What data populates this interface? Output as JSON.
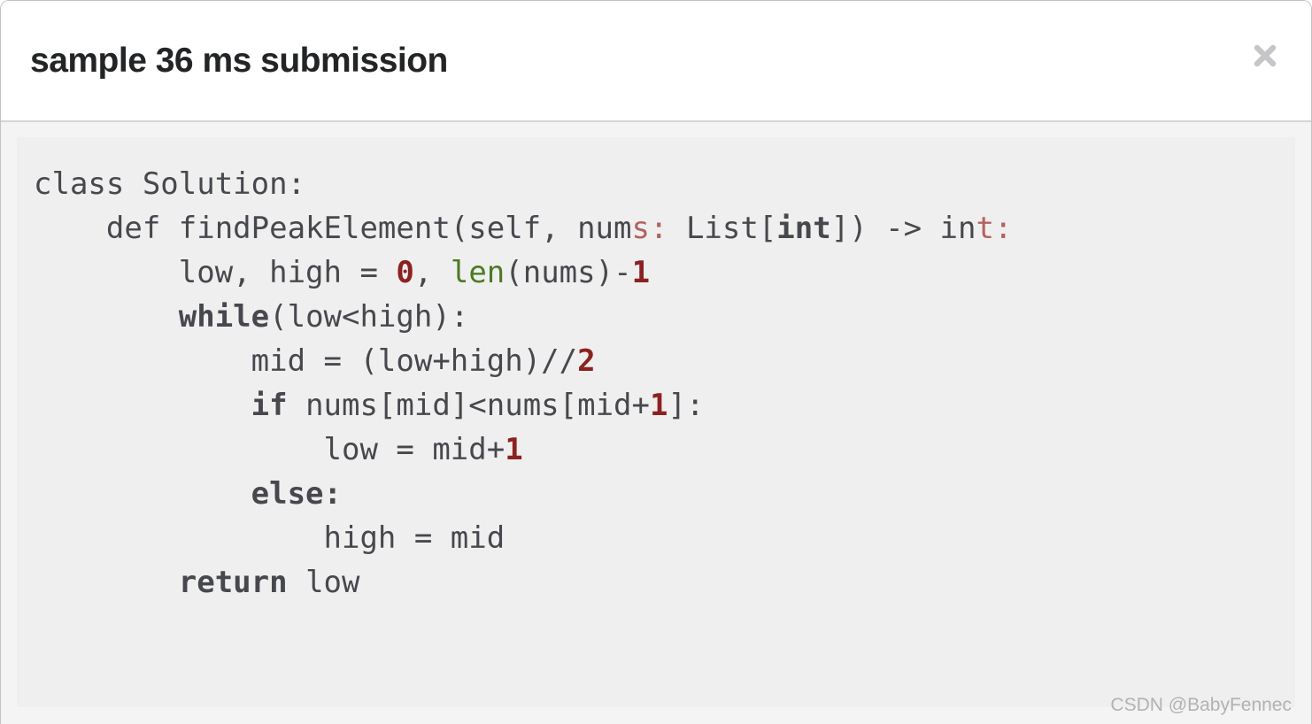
{
  "modal": {
    "title": "sample 36 ms submission",
    "close_icon": "x-mark"
  },
  "code": {
    "language": "python",
    "lines": [
      {
        "segments": [
          {
            "text": "class Solution:",
            "style": "plain"
          }
        ]
      },
      {
        "segments": [
          {
            "text": "    def findPeakElement(self, num",
            "style": "plain"
          },
          {
            "text": "s:",
            "style": "type"
          },
          {
            "text": " List[",
            "style": "plain"
          },
          {
            "text": "int",
            "style": "keyword"
          },
          {
            "text": "]) -> in",
            "style": "plain"
          },
          {
            "text": "t:",
            "style": "type"
          }
        ]
      },
      {
        "segments": [
          {
            "text": "        low, high = ",
            "style": "plain"
          },
          {
            "text": "0",
            "style": "number"
          },
          {
            "text": ", ",
            "style": "plain"
          },
          {
            "text": "len",
            "style": "builtin"
          },
          {
            "text": "(nums)-",
            "style": "plain"
          },
          {
            "text": "1",
            "style": "number"
          }
        ]
      },
      {
        "segments": [
          {
            "text": "        ",
            "style": "plain"
          },
          {
            "text": "while",
            "style": "keyword"
          },
          {
            "text": "(low<high):",
            "style": "plain"
          }
        ]
      },
      {
        "segments": [
          {
            "text": "            mid = (low+high)//",
            "style": "plain"
          },
          {
            "text": "2",
            "style": "number"
          }
        ]
      },
      {
        "segments": [
          {
            "text": "            ",
            "style": "plain"
          },
          {
            "text": "if",
            "style": "keyword"
          },
          {
            "text": " nums[mid]<nums[mid+",
            "style": "plain"
          },
          {
            "text": "1",
            "style": "number"
          },
          {
            "text": "]:",
            "style": "plain"
          }
        ]
      },
      {
        "segments": [
          {
            "text": "                low = mid+",
            "style": "plain"
          },
          {
            "text": "1",
            "style": "number"
          }
        ]
      },
      {
        "segments": [
          {
            "text": "            ",
            "style": "plain"
          },
          {
            "text": "else:",
            "style": "keyword"
          }
        ]
      },
      {
        "segments": [
          {
            "text": "                high = mid",
            "style": "plain"
          }
        ]
      },
      {
        "segments": [
          {
            "text": "        ",
            "style": "plain"
          },
          {
            "text": "return",
            "style": "keyword"
          },
          {
            "text": " low",
            "style": "plain"
          }
        ]
      }
    ]
  },
  "watermark": {
    "text": "CSDN @BabyFennec"
  },
  "colors": {
    "plain": "#47484d",
    "keyword": "#47484d",
    "number": "#8c2220",
    "builtin": "#4d7a24",
    "type": "#b3625f",
    "code_bg": "#efefef",
    "body_bg": "#f4f4f5",
    "header_bg": "#ffffff",
    "border": "#d5d5d7",
    "title": "#222426",
    "close": "#c6c6c8",
    "watermark": "#b2b2b4"
  }
}
